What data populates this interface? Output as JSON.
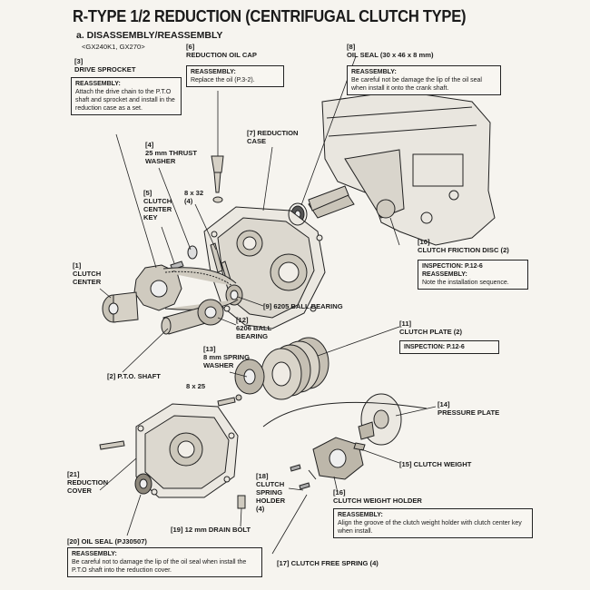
{
  "header": {
    "title": "R-TYPE 1/2 REDUCTION (CENTRIFUGAL CLUTCH TYPE)",
    "subtitle": "a. DISASSEMBLY/REASSEMBLY"
  },
  "models": "<GX240K1, GX270>",
  "parts": {
    "p1": {
      "num": "[1]",
      "name": "CLUTCH\nCENTER"
    },
    "p2": {
      "num": "[2]",
      "name": "P.T.O. SHAFT"
    },
    "p3": {
      "num": "[3]",
      "name": "DRIVE SPROCKET"
    },
    "p4": {
      "num": "[4]",
      "name": "25 mm THRUST\nWASHER"
    },
    "p5": {
      "num": "[5]",
      "name": "CLUTCH\nCENTER\nKEY"
    },
    "p6": {
      "num": "[6]",
      "name": "REDUCTION OIL CAP"
    },
    "p7": {
      "num": "[7]",
      "name": "REDUCTION\nCASE"
    },
    "p8": {
      "num": "[8]",
      "name": "OIL SEAL (30 x 46 x 8 mm)"
    },
    "p9": {
      "num": "[9]",
      "name": "6205 BALL BEARING"
    },
    "p10": {
      "num": "[10]",
      "name": "CLUTCH FRICTION DISC (2)"
    },
    "p11": {
      "num": "[11]",
      "name": "CLUTCH PLATE (2)"
    },
    "p12": {
      "num": "[12]",
      "name": "6206 BALL\nBEARING"
    },
    "p13": {
      "num": "[13]",
      "name": "8 mm SPRING\nWASHER"
    },
    "p14": {
      "num": "[14]",
      "name": "PRESSURE PLATE"
    },
    "p15": {
      "num": "[15]",
      "name": "CLUTCH WEIGHT"
    },
    "p16": {
      "num": "[16]",
      "name": "CLUTCH WEIGHT HOLDER"
    },
    "p17": {
      "num": "[17]",
      "name": "CLUTCH FREE SPRING (4)"
    },
    "p18": {
      "num": "[18]",
      "name": "CLUTCH\nSPRING\nHOLDER\n(4)"
    },
    "p19": {
      "num": "[19]",
      "name": "12 mm DRAIN BOLT"
    },
    "p20": {
      "num": "[20]",
      "name": "OIL SEAL (PJ30507)"
    },
    "p21": {
      "num": "[21]",
      "name": "REDUCTION\nCOVER"
    }
  },
  "bolts": {
    "b1": "8 x 32\n(4)",
    "b2": "8 x 25"
  },
  "notes": {
    "n3": {
      "head": "REASSEMBLY:",
      "text": "Attach the drive chain to the P.T.O shaft and sprocket and install in the reduction case as a set."
    },
    "n6": {
      "head": "REASSEMBLY:",
      "text": "Replace the oil (P.3-2)."
    },
    "n8": {
      "head": "REASSEMBLY:",
      "text": "Be careful not be damage the lip of the oil seal when install it onto the crank shaft."
    },
    "n10": {
      "head1": "INSPECTION: P.12-6",
      "head": "REASSEMBLY:",
      "text": "Note the installation sequence."
    },
    "n11": {
      "head": "INSPECTION: P.12-6"
    },
    "n16": {
      "head": "REASSEMBLY:",
      "text": "Align the groove of the clutch weight holder with clutch center key when install."
    },
    "n20": {
      "head": "REASSEMBLY:",
      "text": "Be careful not to damage the lip of the oil seal when install the P.T.O shaft into the reduction cover."
    }
  }
}
